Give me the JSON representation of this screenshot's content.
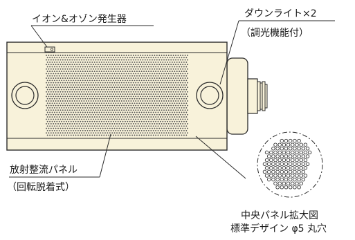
{
  "labels": {
    "ion_generator": "イオン&オゾン発生器",
    "downlight": "ダウンライト×2",
    "downlight_sub": "（調光機能付）",
    "radiant_panel": "放射整流パネル",
    "radiant_panel_sub": "（回転脱着式）",
    "zoom_title": "中央パネル拡大図",
    "zoom_sub": "標準デザイン φ5 丸穴"
  },
  "colors": {
    "body_fill": "#f8f2da",
    "outline": "#2a2a2a",
    "dot": "#555555",
    "background": "#ffffff"
  }
}
